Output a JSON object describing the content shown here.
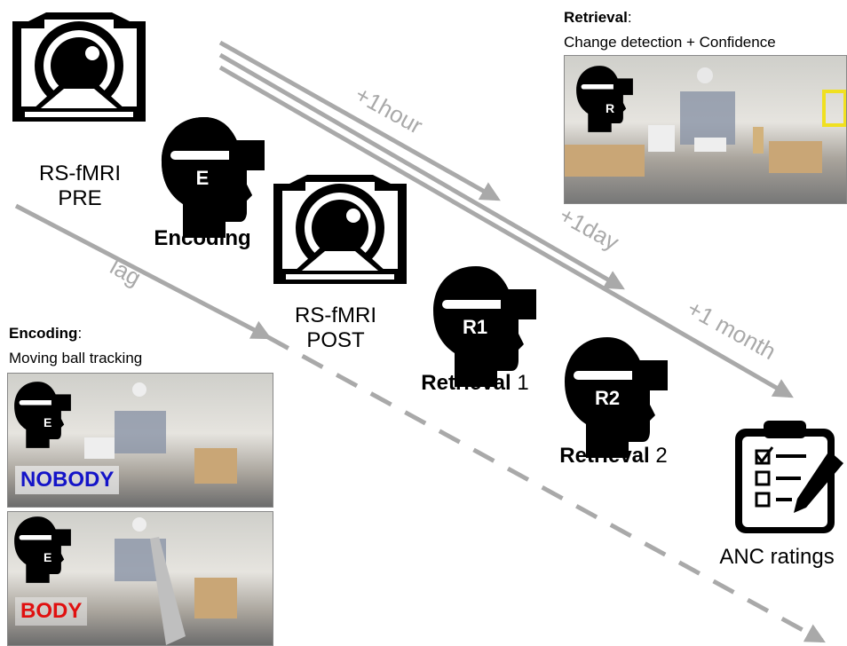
{
  "labels": {
    "rs_pre": "RS-fMRI\nPRE",
    "encoding": "Encoding",
    "rs_post": "RS-fMRI\nPOST",
    "retrieval1_bold": "Retrieval",
    "retrieval1_num": " 1",
    "retrieval2_bold": "Retrieval",
    "retrieval2_num": " 2",
    "anc": "ANC ratings"
  },
  "head_letters": {
    "encoding": "E",
    "r1": "R1",
    "r2": "R2",
    "panel_r": "R",
    "panel_e1": "E",
    "panel_e2": "E"
  },
  "arrows": {
    "hour": "+1hour",
    "day": "+1day",
    "month": "+1 month",
    "lag": "lag"
  },
  "retrieval_panel": {
    "title": "Retrieval",
    "colon": ":",
    "subtitle": "Change detection + Confidence"
  },
  "encoding_panel": {
    "title": "Encoding",
    "colon": ":",
    "subtitle": "Moving ball tracking",
    "tag_nobody": "NOBODY",
    "tag_body": "BODY"
  },
  "colors": {
    "arrow": "#a9a9a9",
    "nobody": "#1414c8",
    "body": "#e01010",
    "highlight": "#f0e020"
  }
}
